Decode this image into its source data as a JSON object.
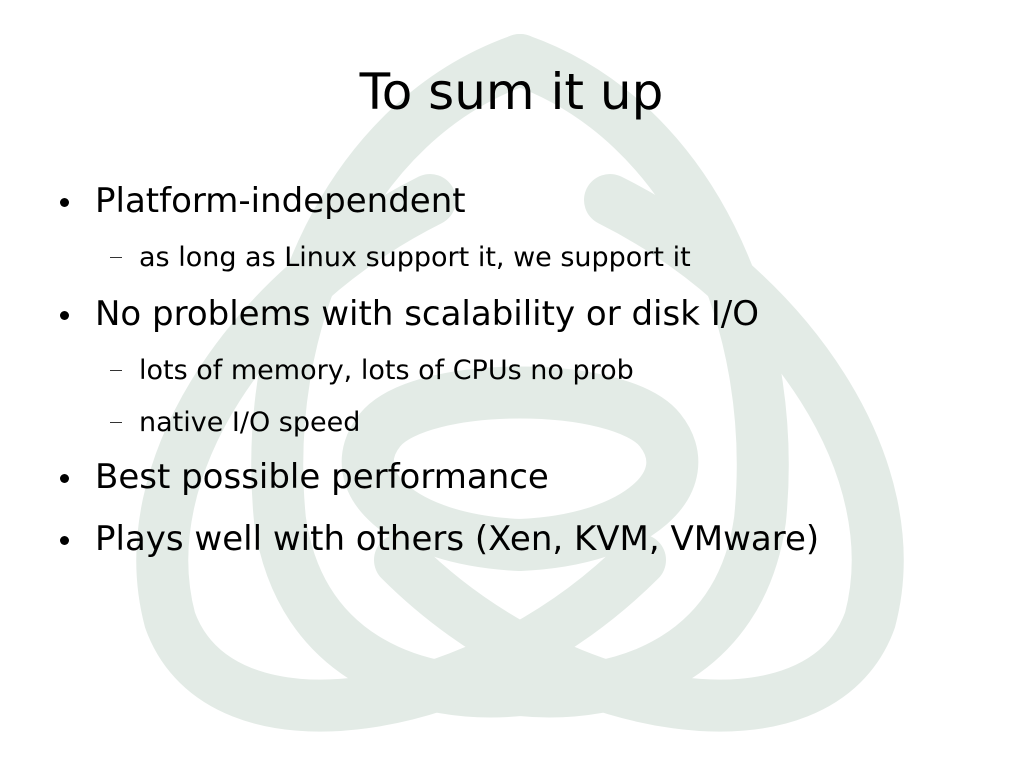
{
  "slide": {
    "title": "To sum it up",
    "bullets": [
      {
        "text": "Platform-independent",
        "subs": [
          "as long as Linux support it, we support it"
        ]
      },
      {
        "text": "No problems with scalability or disk I/O",
        "subs": [
          "lots of memory, lots of CPUs no prob",
          "native I/O speed"
        ]
      },
      {
        "text": "Best possible performance",
        "subs": []
      },
      {
        "text": "Plays well with others (Xen, KVM, VMware)",
        "subs": []
      }
    ]
  },
  "colors": {
    "background": "#ffffff",
    "watermark": "#e3ebe6",
    "text": "#000000"
  },
  "icons": {
    "background": "triquetra-watermark-icon",
    "level1_marker": "bullet-dot-icon",
    "level2_marker": "dash-icon"
  }
}
